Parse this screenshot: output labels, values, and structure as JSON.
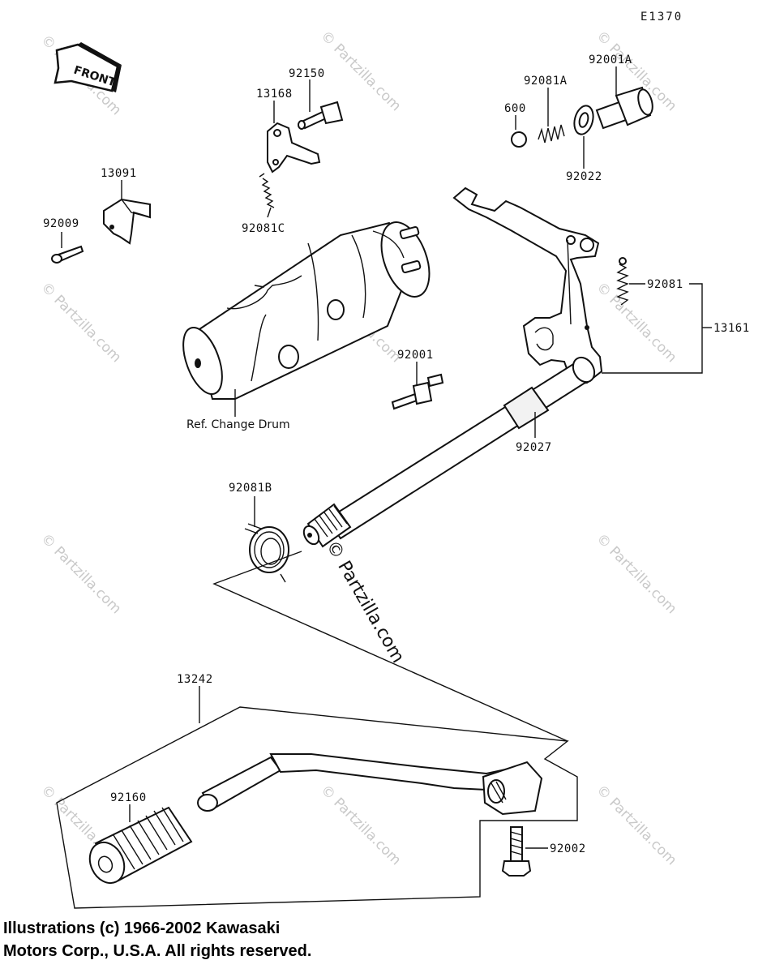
{
  "diagram": {
    "diagram_code": "E1370",
    "front_label": "FRONT",
    "callouts": {
      "p13091": "13091",
      "p92009": "92009",
      "p92150": "92150",
      "p13168": "13168",
      "p92081C": "92081C",
      "p92081A": "92081A",
      "p92001A": "92001A",
      "p600": "600",
      "p92022": "92022",
      "p92081": "92081",
      "p13161": "13161",
      "p92001": "92001",
      "ref_change_drum": "Ref. Change Drum",
      "p92027": "92027",
      "p92081B": "92081B",
      "p13242": "13242",
      "p92160": "92160",
      "p92002": "92002"
    },
    "watermark_small": "© Partzilla.com",
    "watermark_large": "© Partzilla.com",
    "copyright_line1": "Illustrations (c) 1966-2002 Kawasaki",
    "copyright_line2": "Motors Corp., U.S.A.  All rights reserved."
  },
  "colors": {
    "line": "#111111",
    "watermark": "#c9c9c9",
    "background": "#ffffff"
  }
}
